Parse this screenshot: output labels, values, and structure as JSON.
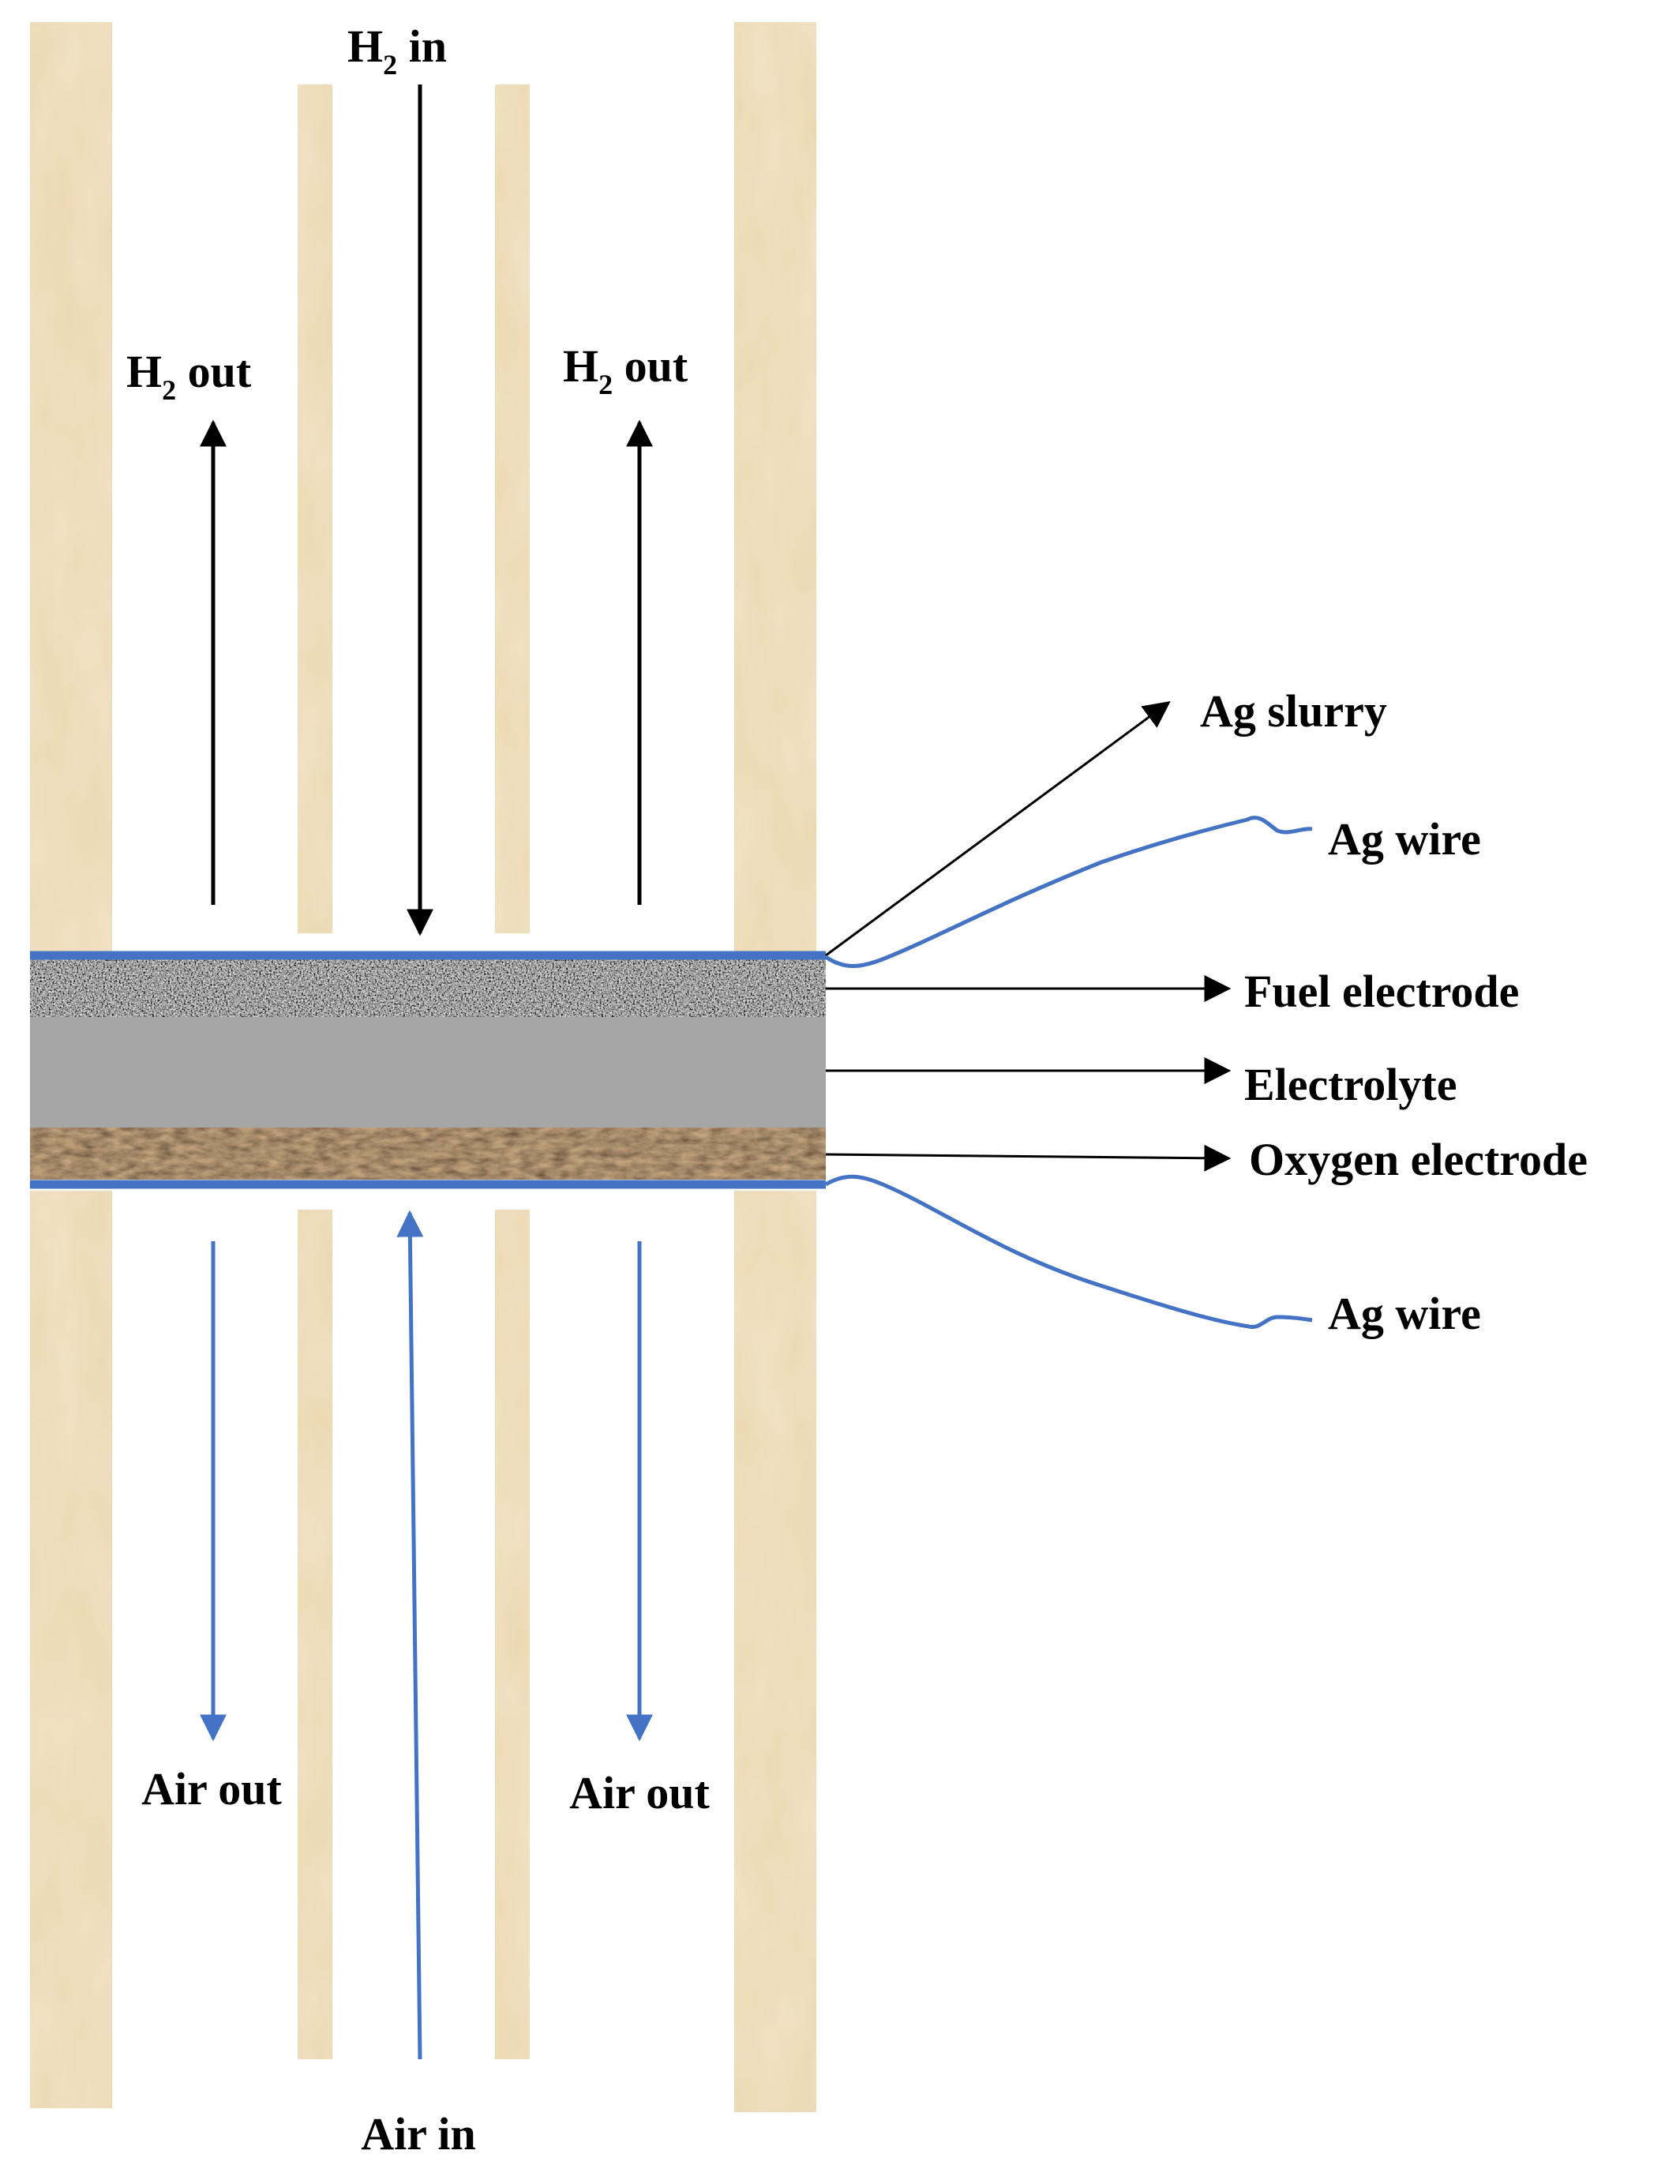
{
  "colors": {
    "tube": "#ecd9b4",
    "tube_dark": "#d9c298",
    "black_arrow": "#000000",
    "blue_arrow": "#4472c4",
    "blue_line": "#4472c4",
    "fuel_electrode_base": "#b9b9b9",
    "electrolyte": "#a6a6a6",
    "oxygen_electrode": "#4a2f1c"
  },
  "top_labels": {
    "h2_in": {
      "base": "H",
      "sub": "2",
      "tail": " in"
    },
    "h2_out_left": {
      "base": "H",
      "sub": "2",
      "tail": " out"
    },
    "h2_out_right": {
      "base": "H",
      "sub": "2",
      "tail": " out"
    }
  },
  "bottom_labels": {
    "air_out_left": "Air out",
    "air_out_right": "Air out",
    "air_in": "Air in"
  },
  "callouts": {
    "ag_slurry": "Ag slurry",
    "ag_wire_top": "Ag wire",
    "fuel_electrode": "Fuel electrode",
    "electrolyte": "Electrolyte",
    "oxygen_electrode": "Oxygen electrode",
    "ag_wire_bottom": "Ag wire"
  }
}
